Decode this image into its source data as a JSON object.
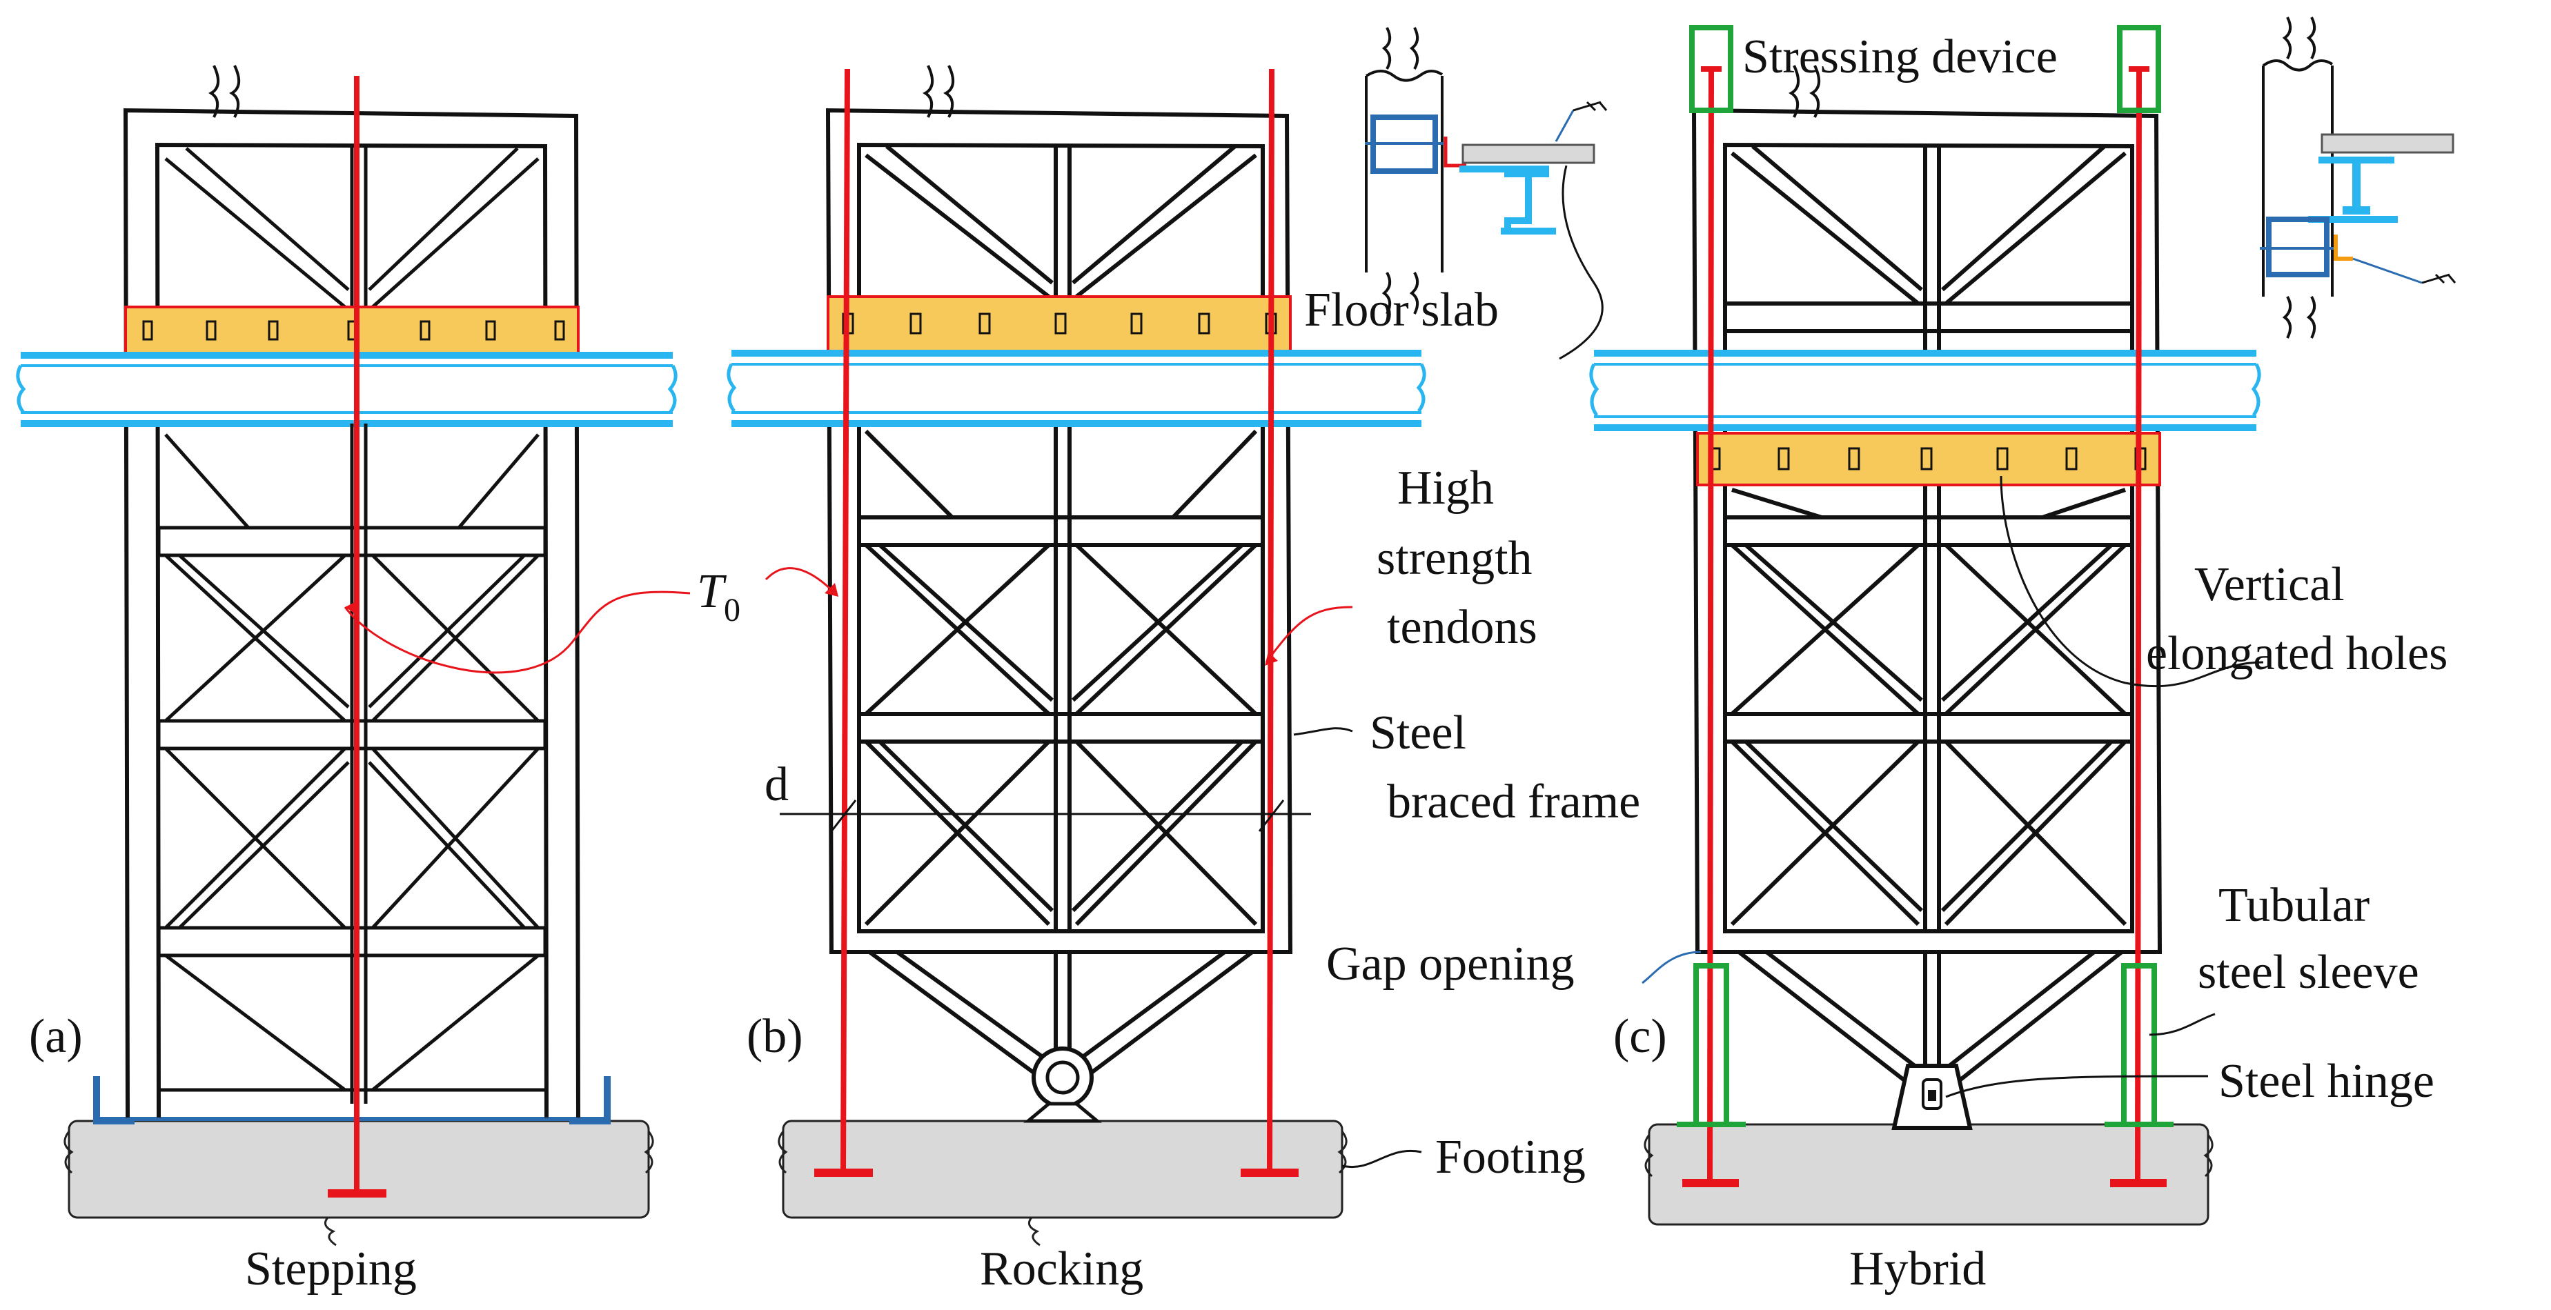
{
  "captions": {
    "a": "Stepping",
    "b": "Rocking",
    "c": "Hybrid"
  },
  "subfigure_labels": {
    "a": "(a)",
    "b": "(b)",
    "c": "(c)"
  },
  "labels": {
    "t0_main": "T",
    "t0_sub": "0",
    "tendons_1": "High",
    "tendons_2": "strength",
    "tendons_3": "tendons",
    "braced_1": "Steel",
    "braced_2": "braced frame",
    "d": "d",
    "floor_slab": "Floor slab",
    "stressing": "Stressing device",
    "vert_holes_1": "Vertical",
    "vert_holes_2": "elongated holes",
    "gap_opening": "Gap opening",
    "sleeve_1": "Tubular",
    "sleeve_2": "steel sleeve",
    "hinge": "Steel hinge",
    "footing": "Footing"
  },
  "colors": {
    "frame": "#111111",
    "tendon": "#e8141b",
    "slab": "#29b6f0",
    "collar": "#f7c95a",
    "collar_edge": "#e8141b",
    "stressing": "#1fa53a",
    "footing": "#d9d9d9",
    "angle": "#2b6cb0"
  }
}
